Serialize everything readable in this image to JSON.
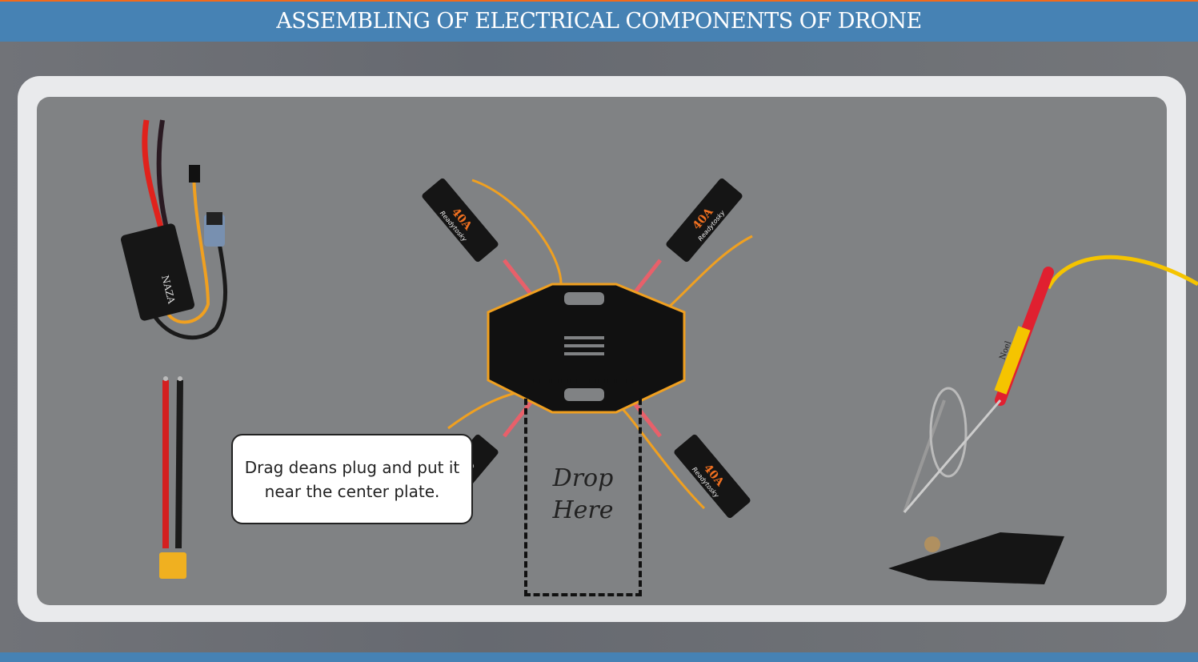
{
  "header": {
    "title": "ASSEMBLING OF ELECTRICAL COMPONENTS OF DRONE"
  },
  "instruction": {
    "text": "Drag deans plug and put it near the center plate."
  },
  "drop_zone": {
    "label": "Drop Here"
  },
  "components": {
    "flight_controller": {
      "logo": "NAZA"
    },
    "esc": {
      "rating": "40A",
      "brand": "Readytosky"
    },
    "soldering_iron": {
      "brand": "Noel"
    }
  },
  "colors": {
    "header": "#4682b4",
    "accent": "#f26a1b",
    "stage": "#808284"
  }
}
